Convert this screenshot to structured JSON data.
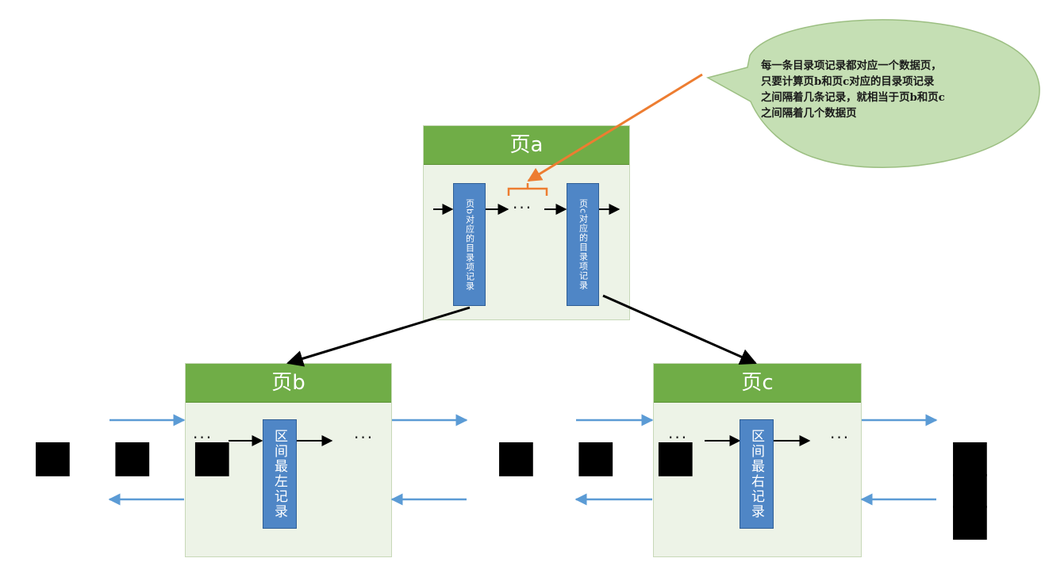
{
  "pages": {
    "a": {
      "title": "页a"
    },
    "b": {
      "title": "页b"
    },
    "c": {
      "title": "页c"
    }
  },
  "records": {
    "a_left": "页b对应的目录项记录",
    "a_right": "页c对应的目录项记录",
    "b_main": "区间最左记录",
    "c_main": "区间最右记录"
  },
  "ellipsis": {
    "small": "···",
    "mid": "···",
    "big": "■ ■ ■"
  },
  "callout": {
    "lines": [
      "每一条目录项记录都对应一个数据页，",
      "只要计算页b和页c对应的目录项记录",
      "之间隔着几条记录，就相当于页b和页c",
      "之间隔着几个数据页"
    ]
  },
  "colors": {
    "header_green": "#70ad47",
    "page_bg": "#edf3e7",
    "record_blue": "#4f86c6",
    "link_blue": "#5b9bd5",
    "bracket_orange": "#ed7d31",
    "callout_fill": "#c5dfb4"
  }
}
